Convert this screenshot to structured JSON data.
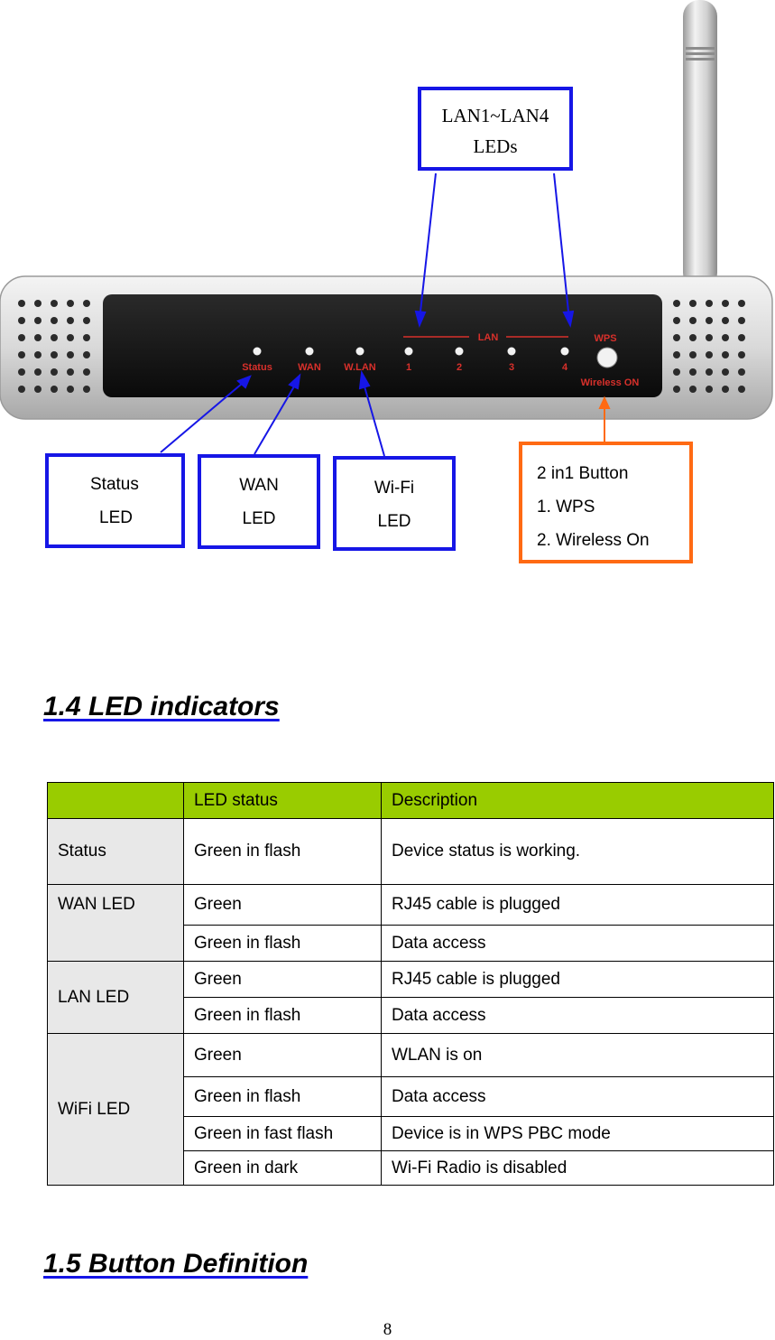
{
  "router": {
    "labels": [
      "Status",
      "WAN",
      "W.LAN",
      "1",
      "2",
      "3",
      "4"
    ],
    "lan_label": "LAN",
    "wps_label": "WPS",
    "wireless_on_label": "Wireless ON"
  },
  "callouts": {
    "lan": {
      "line1": "LAN1~LAN4",
      "line2": "LEDs"
    },
    "status": {
      "line1": "Status",
      "line2": "LED"
    },
    "wan": {
      "line1": "WAN",
      "line2": "LED"
    },
    "wifi": {
      "line1": "Wi-Fi",
      "line2": "LED"
    },
    "button": {
      "line1": "2 in1 Button",
      "line2": "1. WPS",
      "line3": "2. Wireless On"
    }
  },
  "colors": {
    "callout_blue": "#1616e6",
    "callout_orange": "#ff6a13",
    "table_header": "#99cc00"
  },
  "section_led": "1.4 LED indicators",
  "table": {
    "headers": [
      "",
      "LED status",
      "Description"
    ],
    "status": {
      "name": "Status",
      "rows": [
        [
          "Green in flash",
          "Device status is working."
        ]
      ]
    },
    "wan": {
      "name": "WAN LED",
      "rows": [
        [
          "Green",
          "RJ45 cable is plugged"
        ],
        [
          "Green in flash",
          "Data access"
        ]
      ]
    },
    "lan": {
      "name": "LAN LED",
      "rows": [
        [
          "Green",
          "RJ45 cable is plugged"
        ],
        [
          "Green in flash",
          "Data access"
        ]
      ]
    },
    "wifi": {
      "name": "WiFi LED",
      "rows": [
        [
          "Green",
          "WLAN is on"
        ],
        [
          "Green in flash",
          "Data access"
        ],
        [
          "Green in fast flash",
          "Device is in WPS PBC mode"
        ],
        [
          "Green in dark",
          "Wi-Fi Radio is disabled"
        ]
      ]
    }
  },
  "section_button": "1.5 Button Definition",
  "page_number": "8"
}
